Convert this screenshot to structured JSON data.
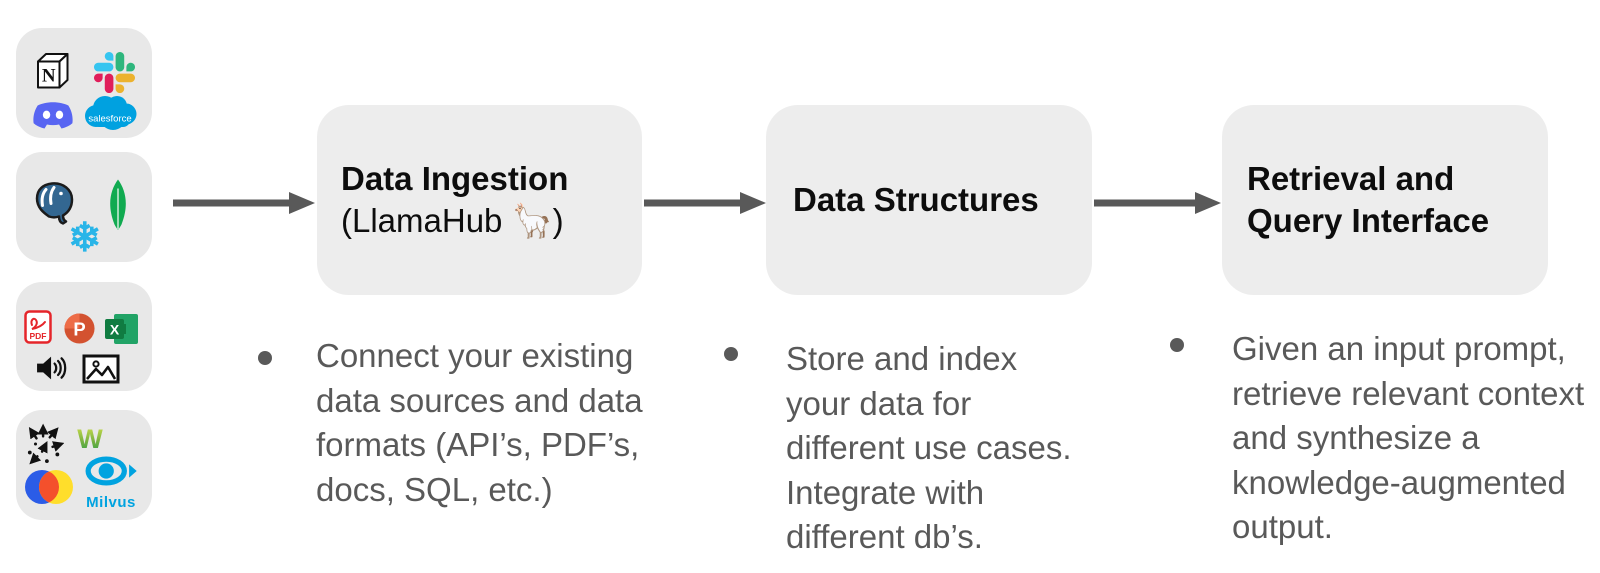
{
  "diagram": {
    "stages": [
      {
        "title": "Data Ingestion",
        "subtitle": "(LlamaHub 🦙)",
        "bullet": "Connect your existing\ndata sources and data\nformats (API’s, PDF’s,\ndocs, SQL, etc.)"
      },
      {
        "title": "Data Structures",
        "subtitle": "",
        "bullet": "Store and index\nyour data for\ndifferent use cases.\nIntegrate with\ndifferent db’s."
      },
      {
        "title": "Retrieval and\nQuery Interface",
        "subtitle": "",
        "bullet": "Given an input prompt,\nretrieve relevant context\nand synthesize a\nknowledge-augmented\noutput."
      }
    ]
  },
  "source_groups": [
    {
      "name": "saas-apps",
      "icons": [
        "notion",
        "slack",
        "discord",
        "salesforce"
      ]
    },
    {
      "name": "databases",
      "icons": [
        "postgresql",
        "mongodb",
        "snowflake"
      ]
    },
    {
      "name": "file-formats",
      "icons": [
        "pdf",
        "powerpoint",
        "excel",
        "audio",
        "image"
      ]
    },
    {
      "name": "vector-stores",
      "icons": [
        "vector-arrows",
        "weaviate",
        "chroma",
        "milvus"
      ]
    }
  ],
  "icon_labels": {
    "notion": "N",
    "salesforce": "salesforce",
    "snowflake": "❄",
    "pdf": "PDF",
    "powerpoint": "P",
    "excel": "X",
    "weaviate": "W",
    "milvus": "Milvus"
  },
  "colors": {
    "card_bg": "#e8e8e8",
    "box_bg": "#ededed",
    "arrow": "#595959",
    "bullet_text": "#595959",
    "title_text": "#0d0d0d",
    "slack": [
      "#36C5F0",
      "#2EB67D",
      "#ECB22E",
      "#E01E5A"
    ],
    "discord": "#5865F2",
    "salesforce": "#00A1E0",
    "postgresql": "#336791",
    "mongodb": "#10AA50",
    "snowflake": "#29B5E8",
    "pdf": "#E5252A",
    "powerpoint": "#D35230",
    "excel_dark": "#107C41",
    "excel_light": "#21A366",
    "chroma": [
      "#2B5CE7",
      "#FFDE2B",
      "#F4502C"
    ],
    "milvus": "#00A3E0"
  }
}
